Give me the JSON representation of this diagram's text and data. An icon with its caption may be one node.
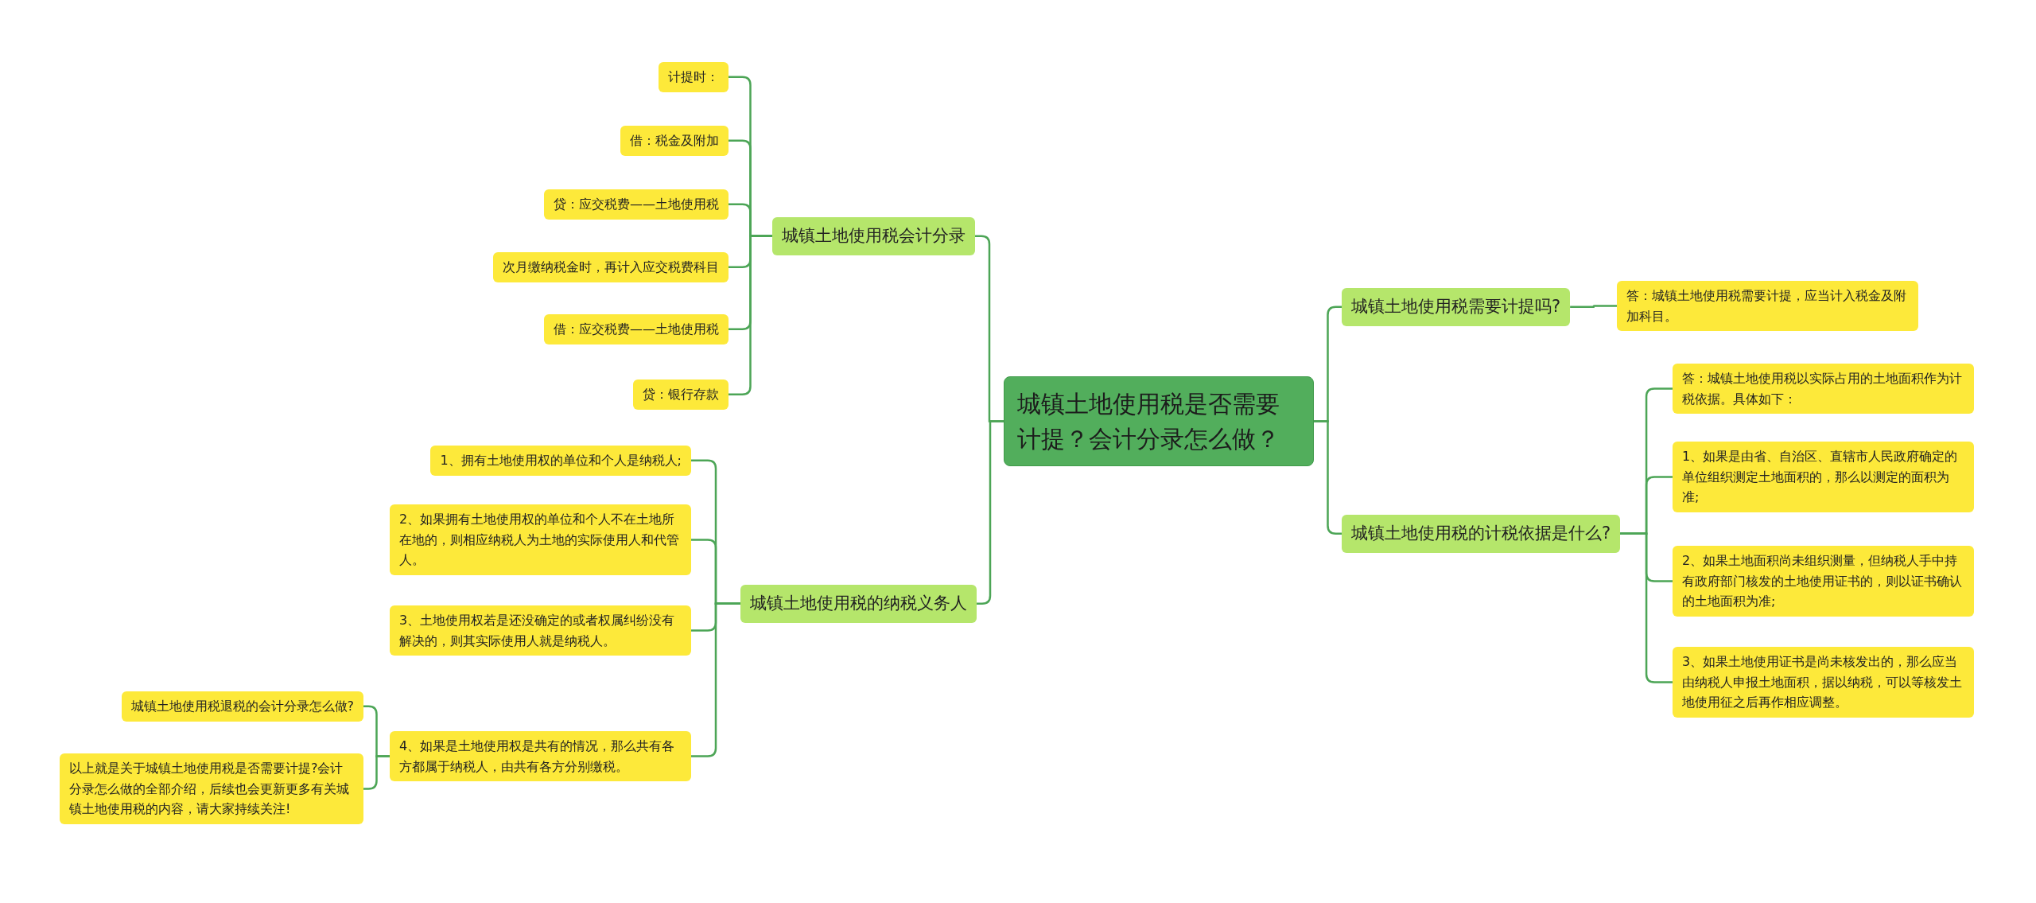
{
  "diagram": {
    "nodes": [
      {
        "text": [
          "城镇土地使用税是否需要计提？会计分录怎么做？"
        ]
      },
      {
        "text": [
          "城镇土地使用税会计分录"
        ]
      },
      {
        "text": [
          "计提时："
        ]
      },
      {
        "text": [
          "借：税金及附加"
        ]
      },
      {
        "text": [
          "贷：应交税费——土地使用税"
        ]
      },
      {
        "text": [
          "次月缴纳税金时，再计入应交税费科目"
        ]
      },
      {
        "text": [
          "借：应交税费——土地使用税"
        ]
      },
      {
        "text": [
          "贷：银行存款"
        ]
      },
      {
        "text": [
          "城镇土地使用税的纳税义务人"
        ]
      },
      {
        "text": [
          "1、拥有土地使用权的单位和个人是纳税人;"
        ]
      },
      {
        "text": [
          "2、如果拥有土地使用权的单位和个人不在土地所在地的，则相应纳税人为土地的实际使用人和代管人。"
        ]
      },
      {
        "text": [
          "3、土地使用权若是还没确定的或者权属纠纷没有解决的，则其实际使用人就是纳税人。"
        ]
      },
      {
        "text": [
          "4、如果是土地使用权是共有的情况，那么共有各方都属于纳税人，由共有各方分别缴税。"
        ]
      },
      {
        "text": [
          "城镇土地使用税退税的会计分录怎么做?"
        ]
      },
      {
        "text": [
          "以上就是关于城镇土地使用税是否需要计提?会计分录怎么做的全部介绍，后续也会更新更多有关城镇土地使用税的内容，请大家持续关注!"
        ]
      },
      {
        "text": [
          "城镇土地使用税需要计提吗?"
        ]
      },
      {
        "text": [
          "答：城镇土地使用税需要计提，应当计入税金及附加科目。"
        ]
      },
      {
        "text": [
          "城镇土地使用税的计税依据是什么?"
        ]
      },
      {
        "text": [
          "答：城镇土地使用税以实际占用的土地面积作为计税依据。具体如下："
        ]
      },
      {
        "text": [
          "1、如果是由省、自治区、直辖市人民政府确定的单位组织测定土地面积的，那么以测定的面积为准;"
        ]
      },
      {
        "text": [
          "2、如果土地面积尚未组织测量，但纳税人手中持有政府部门核发的土地使用证书的，则以证书确认的土地面积为准;"
        ]
      },
      {
        "text": [
          "3、如果土地使用证书是尚未核发出的，那么应当由纳税人申报土地面积，据以纳税，可以等核发土地使用征之后再作相应调整。"
        ]
      }
    ],
    "edges": [
      {
        "from": 0,
        "to": 1,
        "arrow": "none"
      },
      {
        "from": 1,
        "to": 2,
        "arrow": "none"
      },
      {
        "from": 1,
        "to": 3,
        "arrow": "none"
      },
      {
        "from": 1,
        "to": 4,
        "arrow": "none"
      },
      {
        "from": 1,
        "to": 5,
        "arrow": "none"
      },
      {
        "from": 1,
        "to": 6,
        "arrow": "none"
      },
      {
        "from": 1,
        "to": 7,
        "arrow": "none"
      },
      {
        "from": 0,
        "to": 8,
        "arrow": "none"
      },
      {
        "from": 8,
        "to": 9,
        "arrow": "none"
      },
      {
        "from": 8,
        "to": 10,
        "arrow": "none"
      },
      {
        "from": 8,
        "to": 11,
        "arrow": "none"
      },
      {
        "from": 8,
        "to": 12,
        "arrow": "none"
      },
      {
        "from": 12,
        "to": 13,
        "arrow": "none"
      },
      {
        "from": 12,
        "to": 14,
        "arrow": "none"
      },
      {
        "from": 0,
        "to": 15,
        "arrow": "none"
      },
      {
        "from": 15,
        "to": 16,
        "arrow": "none"
      },
      {
        "from": 0,
        "to": 17,
        "arrow": "none"
      },
      {
        "from": 17,
        "to": 18,
        "arrow": "none"
      },
      {
        "from": 17,
        "to": 19,
        "arrow": "none"
      },
      {
        "from": 17,
        "to": 20,
        "arrow": "none"
      },
      {
        "from": 17,
        "to": 21,
        "arrow": "none"
      }
    ]
  }
}
